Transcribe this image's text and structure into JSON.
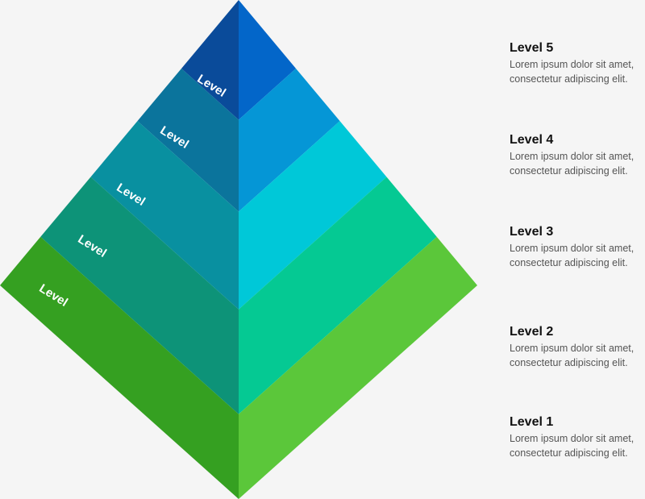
{
  "levels": [
    {
      "title": "Level 5",
      "face_label": "Level",
      "description": [
        "Lorem ipsum dolor sit amet,",
        "consectetur adipiscing elit."
      ],
      "left_color": "#0a4b9a",
      "right_color": "#0366c9"
    },
    {
      "title": "Level 4",
      "face_label": "Level",
      "description": [
        "Lorem ipsum dolor sit amet,",
        "consectetur adipiscing elit."
      ],
      "left_color": "#0b749c",
      "right_color": "#0596d6"
    },
    {
      "title": "Level 3",
      "face_label": "Level",
      "description": [
        "Lorem ipsum dolor sit amet,",
        "consectetur adipiscing elit."
      ],
      "left_color": "#0990a0",
      "right_color": "#00c8d8"
    },
    {
      "title": "Level 2",
      "face_label": "Level",
      "description": [
        "Lorem ipsum dolor sit amet,",
        "consectetur adipiscing elit."
      ],
      "left_color": "#0d9378",
      "right_color": "#05c993"
    },
    {
      "title": "Level 1",
      "face_label": "Level",
      "description": [
        "Lorem ipsum dolor sit amet,",
        "consectetur adipiscing elit."
      ],
      "left_color": "#35a021",
      "right_color": "#5bc73a"
    }
  ]
}
